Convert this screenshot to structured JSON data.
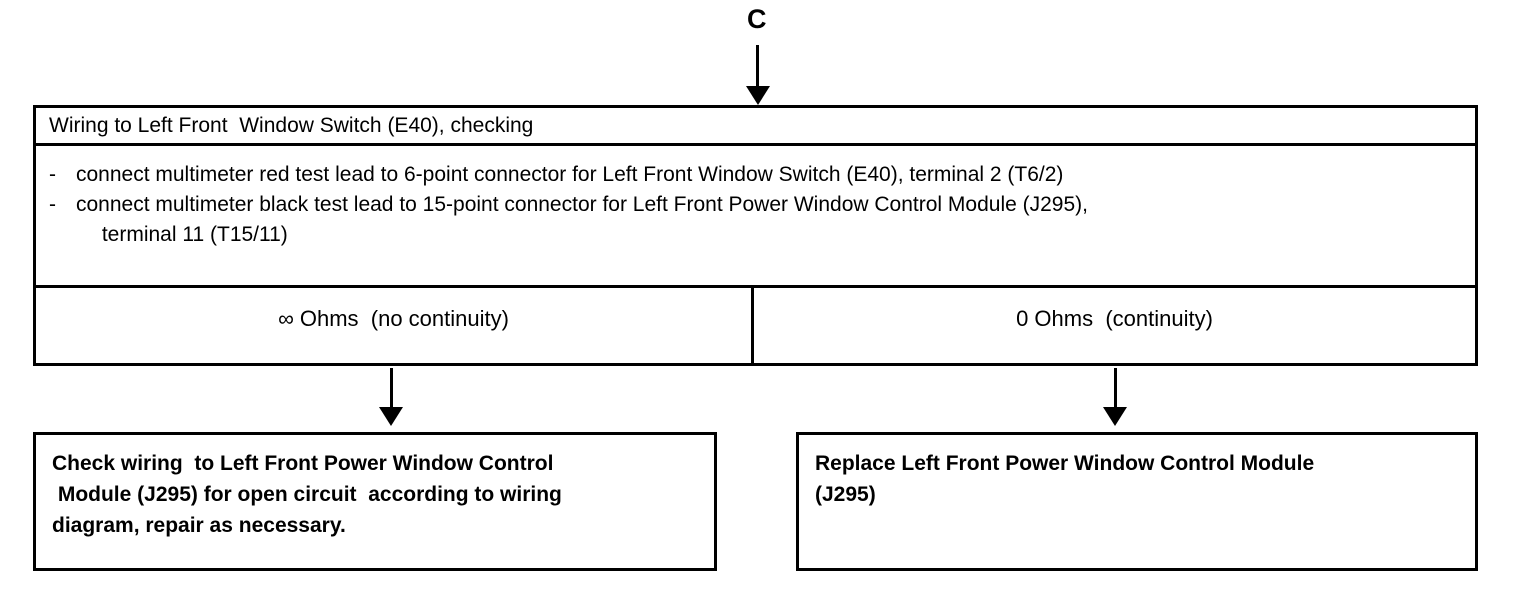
{
  "entry": {
    "label": "C",
    "arrow_icon": "down-arrow-icon"
  },
  "test_box": {
    "title": "Wiring to Left Front  Window Switch (E40), checking",
    "steps": [
      {
        "dash": "-",
        "text": "connect multimeter red test lead to 6-point connector for Left Front Window Switch (E40), terminal 2 (T6/2)",
        "continuation": ""
      },
      {
        "dash": "-",
        "text": "connect multimeter black test lead to 15-point connector for Left Front Power Window Control Module (J295),",
        "continuation": " terminal 11 (T15/11)"
      }
    ],
    "results": [
      {
        "label": "∞ Ohms  (no continuity)"
      },
      {
        "label": "0 Ohms  (continuity)"
      }
    ]
  },
  "branches": [
    {
      "arrow_icon": "down-arrow-icon",
      "outcome_lines": [
        "Check wiring  to Left Front Power Window Control",
        " Module (J295) for open circuit  according to wiring",
        "diagram, repair as necessary."
      ]
    },
    {
      "arrow_icon": "down-arrow-icon",
      "outcome_lines": [
        "Replace Left Front Power Window Control Module",
        "(J295)"
      ]
    }
  ],
  "colors": {
    "line": "#000000",
    "background": "#ffffff"
  }
}
